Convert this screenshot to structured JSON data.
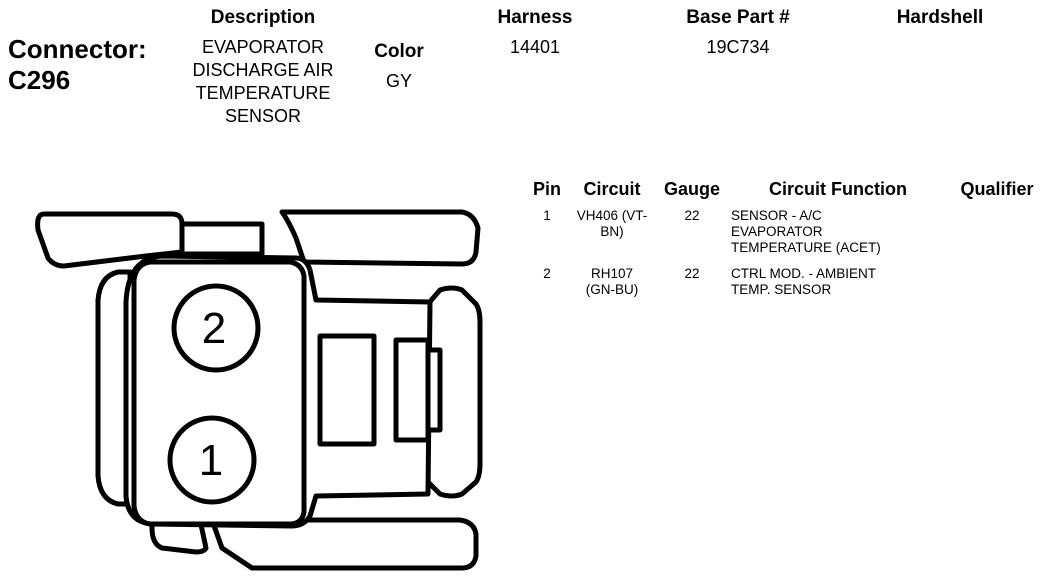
{
  "header": {
    "connector_label": "Connector:",
    "connector_id": "C296",
    "description_header": "Description",
    "description_lines": [
      "EVAPORATOR",
      "DISCHARGE AIR",
      "TEMPERATURE",
      "SENSOR"
    ],
    "color_header": "Color",
    "color_value": "GY",
    "harness_header": "Harness",
    "harness_value": "14401",
    "base_part_header": "Base Part #",
    "base_part_value": "19C734",
    "hardshell_header": "Hardshell",
    "hardshell_value": ""
  },
  "pin_table": {
    "columns": [
      "Pin",
      "Circuit",
      "Gauge",
      "Circuit Function",
      "Qualifier"
    ],
    "rows": [
      {
        "pin": "1",
        "circuit_lines": [
          "VH406 (VT-",
          "BN)"
        ],
        "gauge": "22",
        "function_lines": [
          "SENSOR - A/C",
          "EVAPORATOR",
          "TEMPERATURE (ACET)"
        ],
        "qualifier": ""
      },
      {
        "pin": "2",
        "circuit_lines": [
          "RH107",
          "(GN-BU)"
        ],
        "gauge": "22",
        "function_lines": [
          "CTRL MOD. - AMBIENT",
          "TEMP. SENSOR"
        ],
        "qualifier": ""
      }
    ]
  },
  "diagram": {
    "pin_labels": [
      "2",
      "1"
    ],
    "stroke_color": "#000000",
    "fill_color": "#ffffff"
  }
}
